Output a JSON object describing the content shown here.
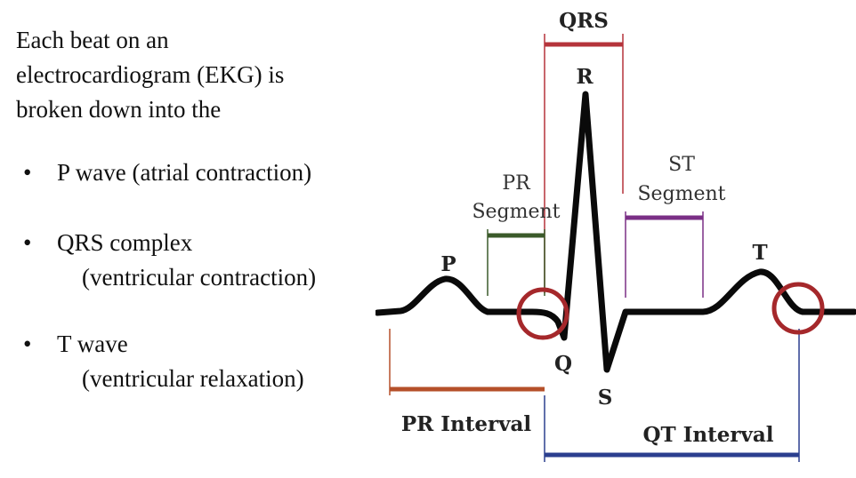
{
  "intro": {
    "line1": "Each beat on an",
    "line2": "electrocardiogram (EKG) is",
    "line3": "broken down into the"
  },
  "bullets": [
    {
      "symbol": "•",
      "line1": "P wave (atrial contraction)",
      "line2": ""
    },
    {
      "symbol": "•",
      "line1": "QRS complex",
      "line2": "(ventricular contraction)"
    },
    {
      "symbol": "•",
      "line1": "T wave",
      "line2": "(ventricular relaxation)"
    }
  ],
  "diagram": {
    "labels": {
      "qrs": "QRS",
      "r": "R",
      "p": "P",
      "q": "Q",
      "s": "S",
      "t": "T",
      "pr_segment_1": "PR",
      "pr_segment_2": "Segment",
      "st_segment_1": "ST",
      "st_segment_2": "Segment",
      "pr_interval": "PR Interval",
      "qt_interval": "QT Interval"
    },
    "colors": {
      "trace": "#0a0a0a",
      "qrs_bracket": "#b5343b",
      "pr_segment_bracket": "#3b5a2a",
      "st_segment_bracket": "#7a2f86",
      "pr_interval_bracket": "#b5502a",
      "qt_interval_bracket": "#2b3f8f",
      "circle": "#a5282b"
    }
  }
}
